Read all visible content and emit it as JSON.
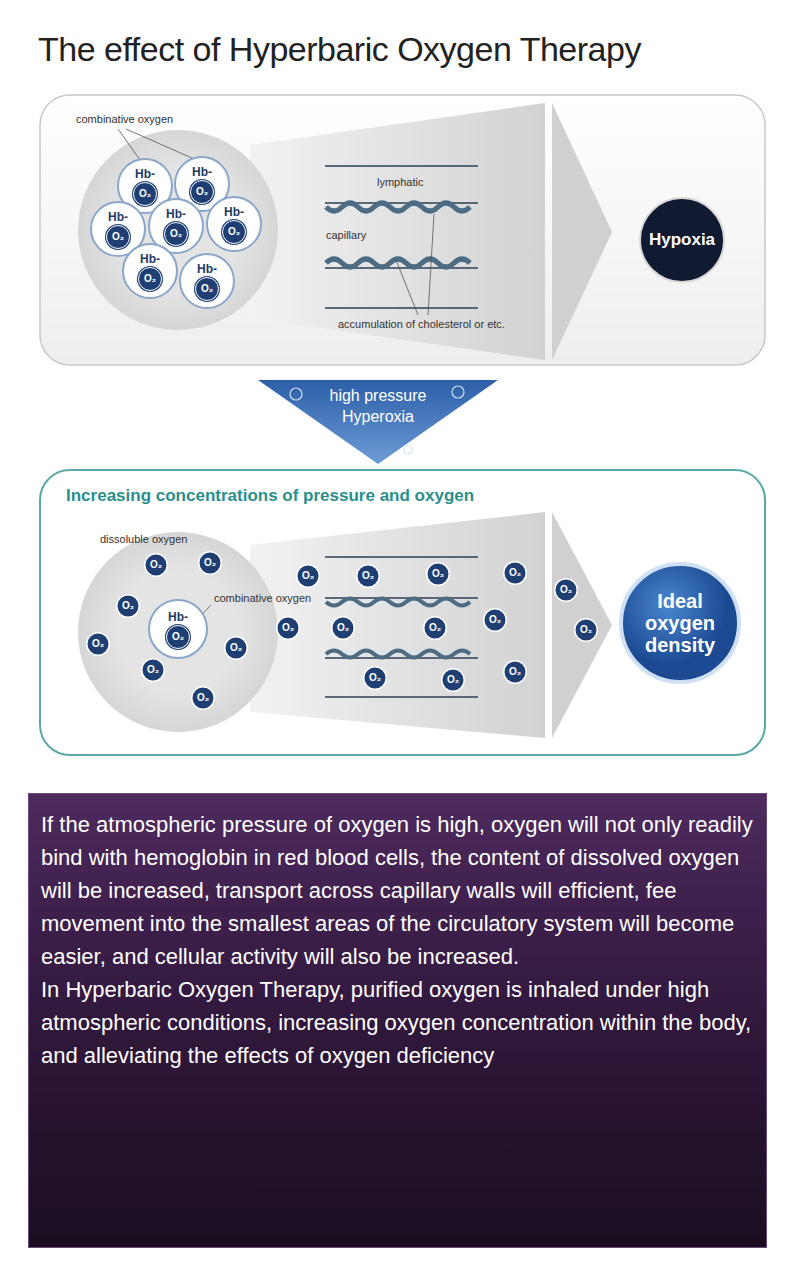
{
  "diagram": {
    "title": "The effect of Hyperbaric Oxygen Therapy",
    "nodes": [
      {
        "text": [
          "Hb-",
          "O₂"
        ]
      },
      {
        "text": [
          "Hb-",
          "O₂"
        ]
      },
      {
        "text": [
          "Hb-",
          "O₂"
        ]
      },
      {
        "text": [
          "Hb-",
          "O₂"
        ]
      },
      {
        "text": [
          "Hb-",
          "O₂"
        ]
      },
      {
        "text": [
          "Hb-",
          "O₂"
        ]
      },
      {
        "text": [
          "Hb-",
          "O₂"
        ]
      },
      {
        "text": [
          "Hypoxia"
        ]
      },
      {
        "text": [
          "high pressure Hyperoxia"
        ]
      },
      {
        "text": [
          "Increasing concentrations of pressure and oxygen"
        ]
      },
      {
        "text": [
          "Hb-",
          "O₂"
        ],
        "in": 9
      },
      {
        "text": [
          "O₂"
        ],
        "in": 9
      },
      {
        "text": [
          "O₂"
        ],
        "in": 9
      },
      {
        "text": [
          "O₂"
        ],
        "in": 9
      },
      {
        "text": [
          "O₂"
        ],
        "in": 9
      },
      {
        "text": [
          "O₂"
        ],
        "in": 9
      },
      {
        "text": [
          "O₂"
        ],
        "in": 9
      },
      {
        "text": [
          "O₂"
        ],
        "in": 9
      },
      {
        "text": [
          "O₂"
        ],
        "in": 9
      },
      {
        "text": [
          "O₂"
        ],
        "in": 9
      },
      {
        "text": [
          "O₂"
        ],
        "in": 9
      },
      {
        "text": [
          "O₂"
        ],
        "in": 9
      },
      {
        "text": [
          "O₂"
        ],
        "in": 9
      },
      {
        "text": [
          "O₂"
        ],
        "in": 9
      },
      {
        "text": [
          "O₂"
        ],
        "in": 9
      },
      {
        "text": [
          "O₂"
        ],
        "in": 9
      },
      {
        "text": [
          "O₂"
        ],
        "in": 9
      },
      {
        "text": [
          "O₂"
        ],
        "in": 9
      },
      {
        "text": [
          "O₂"
        ],
        "in": 9
      },
      {
        "text": [
          "O₂"
        ],
        "in": 9
      },
      {
        "text": [
          "O₂"
        ],
        "in": 9
      },
      {
        "text": [
          "Ideal oxygen density"
        ],
        "in": 9
      },
      {
        "text": [
          "If the atmospheric pressure of oxygen is high, oxygen will not only readily bind with hemoglobin in red blood cells, the content of dissolved oxygen will be increased, transport across capillary walls will efficient, fee movement into the smallest areas of the circulatory system will become easier, and cellular activity will also be increased.",
          "In Hyperbaric Oxygen Therapy, purified oxygen is inhaled under high atmospheric conditions, increasing oxygen concentration within the body, and alleviating the effects of oxygen deficiency"
        ]
      }
    ],
    "labels": [
      "combinative oxygen",
      "lymphatic",
      "capillary",
      "accumulation of cholesterol or etc.",
      "dissoluble oxygen",
      "combinative oxygen"
    ]
  }
}
